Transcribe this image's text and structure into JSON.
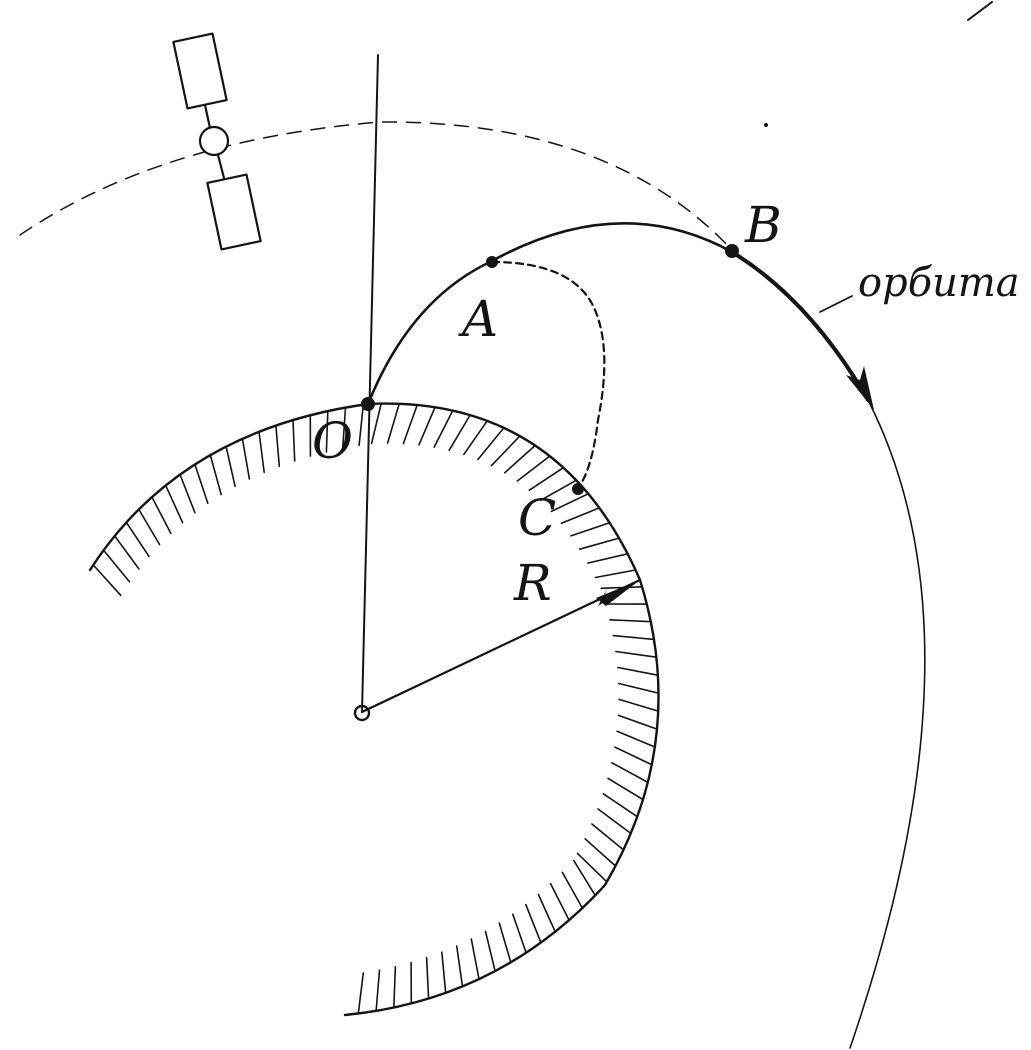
{
  "labels": {
    "launch_point": "O",
    "point_a": "A",
    "point_b": "B",
    "point_c": "C",
    "radius": "R",
    "orbit": "орбита"
  },
  "colors": {
    "ink": "#141414",
    "background": "#ffffff"
  },
  "icons": {
    "satellite": "satellite-icon"
  }
}
